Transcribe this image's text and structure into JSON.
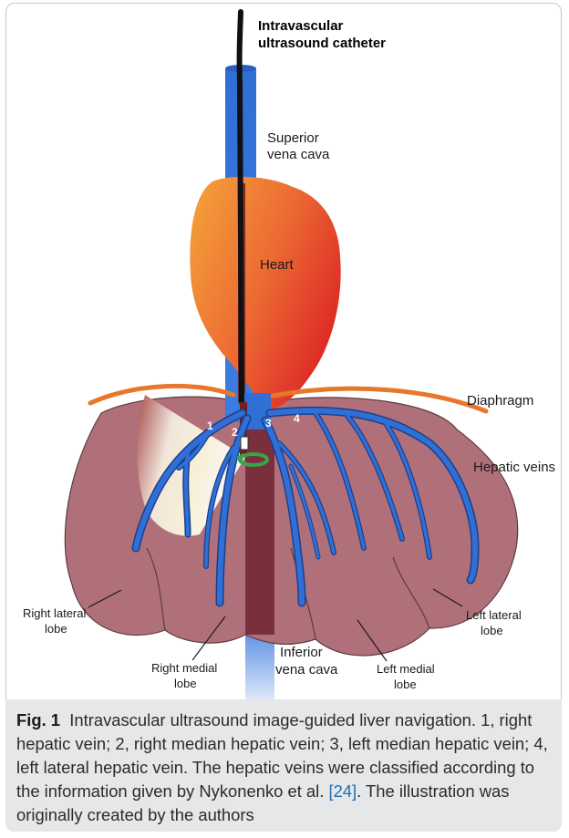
{
  "labels": {
    "catheter_line1": "Intravascular",
    "catheter_line2": "ultrasound catheter",
    "svc_line1": "Superior",
    "svc_line2": "vena cava",
    "heart": "Heart",
    "diaphragm": "Diaphragm",
    "hepatic_veins": "Hepatic veins",
    "right_lateral_line1": "Right lateral",
    "right_lateral_line2": "lobe",
    "right_medial_line1": "Right medial",
    "right_medial_line2": "lobe",
    "ivc_line1": "Inferior",
    "ivc_line2": "vena cava",
    "left_medial_line1": "Left medial",
    "left_medial_line2": "lobe",
    "left_lateral_line1": "Left lateral",
    "left_lateral_line2": "lobe",
    "vein_1": "1",
    "vein_2": "2",
    "vein_3": "3",
    "vein_4": "4"
  },
  "caption": {
    "figure_label": "Fig. 1",
    "text_before_ref": "Intravascular ultrasound image-guided liver navigation. 1, right hepatic vein; 2, right median hepatic vein; 3, left median hepatic vein; 4, left lateral hepatic vein. The hepatic veins were classified according to the information given by Nykonenko et al. ",
    "ref": "[24]",
    "text_after_ref": ". The illustration was originally created by the authors"
  },
  "colors": {
    "vein_blue": "#2f6fd6",
    "liver": "#b0707a",
    "diaphragm": "#e8772e",
    "heart_light": "#f2a23a",
    "heart_dark": "#e0302a",
    "ivc_dark": "#7a2f3c",
    "caption_bg": "#e6e7e8"
  }
}
